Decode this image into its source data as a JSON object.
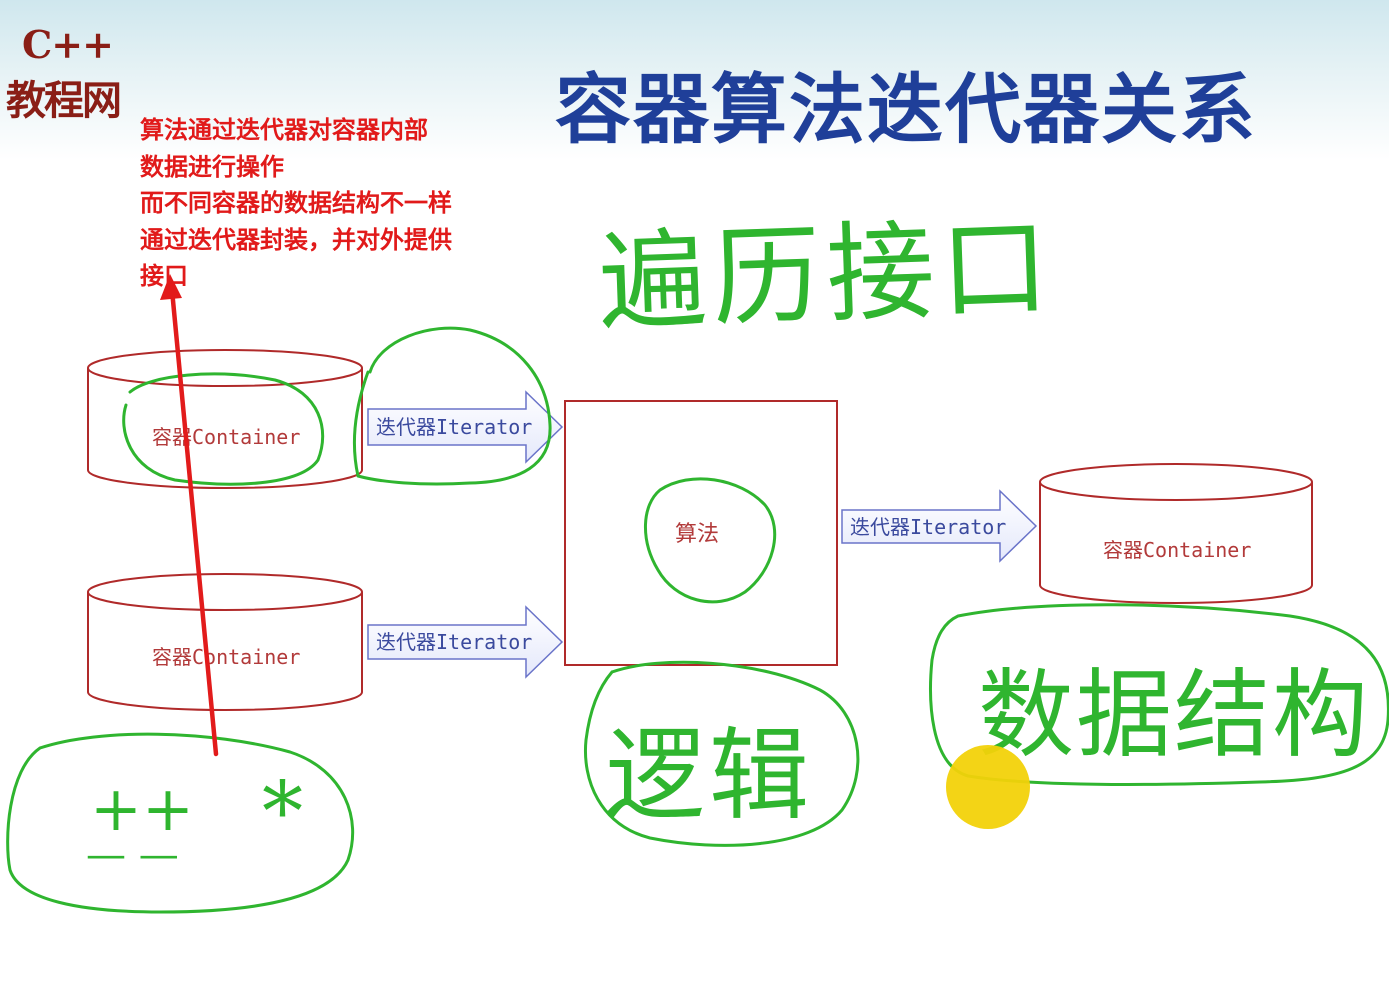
{
  "logo": {
    "line1": "C++",
    "line2": "教程网"
  },
  "title": "容器算法迭代器关系",
  "note": {
    "lines": [
      "算法通过迭代器对容器内部",
      "数据进行操作",
      "而不同容器的数据结构不一样",
      "通过迭代器封装，并对外提供",
      "接口"
    ]
  },
  "diagram": {
    "containers": [
      {
        "label": "容器Container"
      },
      {
        "label": "容器Container"
      },
      {
        "label": "容器Container"
      }
    ],
    "iterators": [
      {
        "label": "迭代器Iterator"
      },
      {
        "label": "迭代器Iterator"
      },
      {
        "label": "迭代器Iterator"
      }
    ],
    "algorithm": {
      "label": "算法"
    }
  },
  "handwriting": {
    "traverse_interface": "遍历接口",
    "logic": "逻辑",
    "data_structure": "数据结构",
    "increment": "++",
    "star": "*",
    "decrement": "—  —"
  },
  "colors": {
    "title": "#1f3f99",
    "logo": "#8a1e16",
    "note": "#e11a1a",
    "ink_green": "#2fb52f",
    "shape_outline": "#b02a2a",
    "arrow_outline": "#6a74c9",
    "highlight_dot": "#f2d20a"
  }
}
